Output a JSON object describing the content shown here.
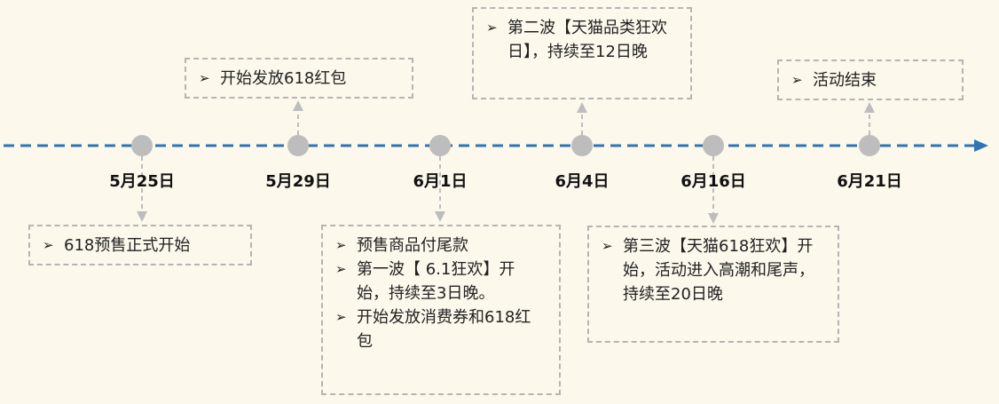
{
  "timeline": {
    "line_color": "#2e75b6",
    "dot_color": "#bdbdbd",
    "dates": [
      "5月25日",
      "5月29日",
      "6月1日",
      "6月4日",
      "6月16日",
      "6月21日"
    ]
  },
  "events": {
    "may25": [
      "618预售正式开始"
    ],
    "may29": [
      "开始发放618红包"
    ],
    "jun1": [
      "预售商品付尾款",
      "第一波【 6.1狂欢】开始，持续至3日晚。",
      "开始发放消费券和618红包"
    ],
    "jun4": [
      "第二波【天猫品类狂欢日】，持续至12日晚"
    ],
    "jun16": [
      "第三波【天猫618狂欢】开始，活动进入高潮和尾声，持续至20日晚"
    ],
    "jun21": [
      "活动结束"
    ]
  },
  "bullet_icon": "arrow-bullet-icon"
}
